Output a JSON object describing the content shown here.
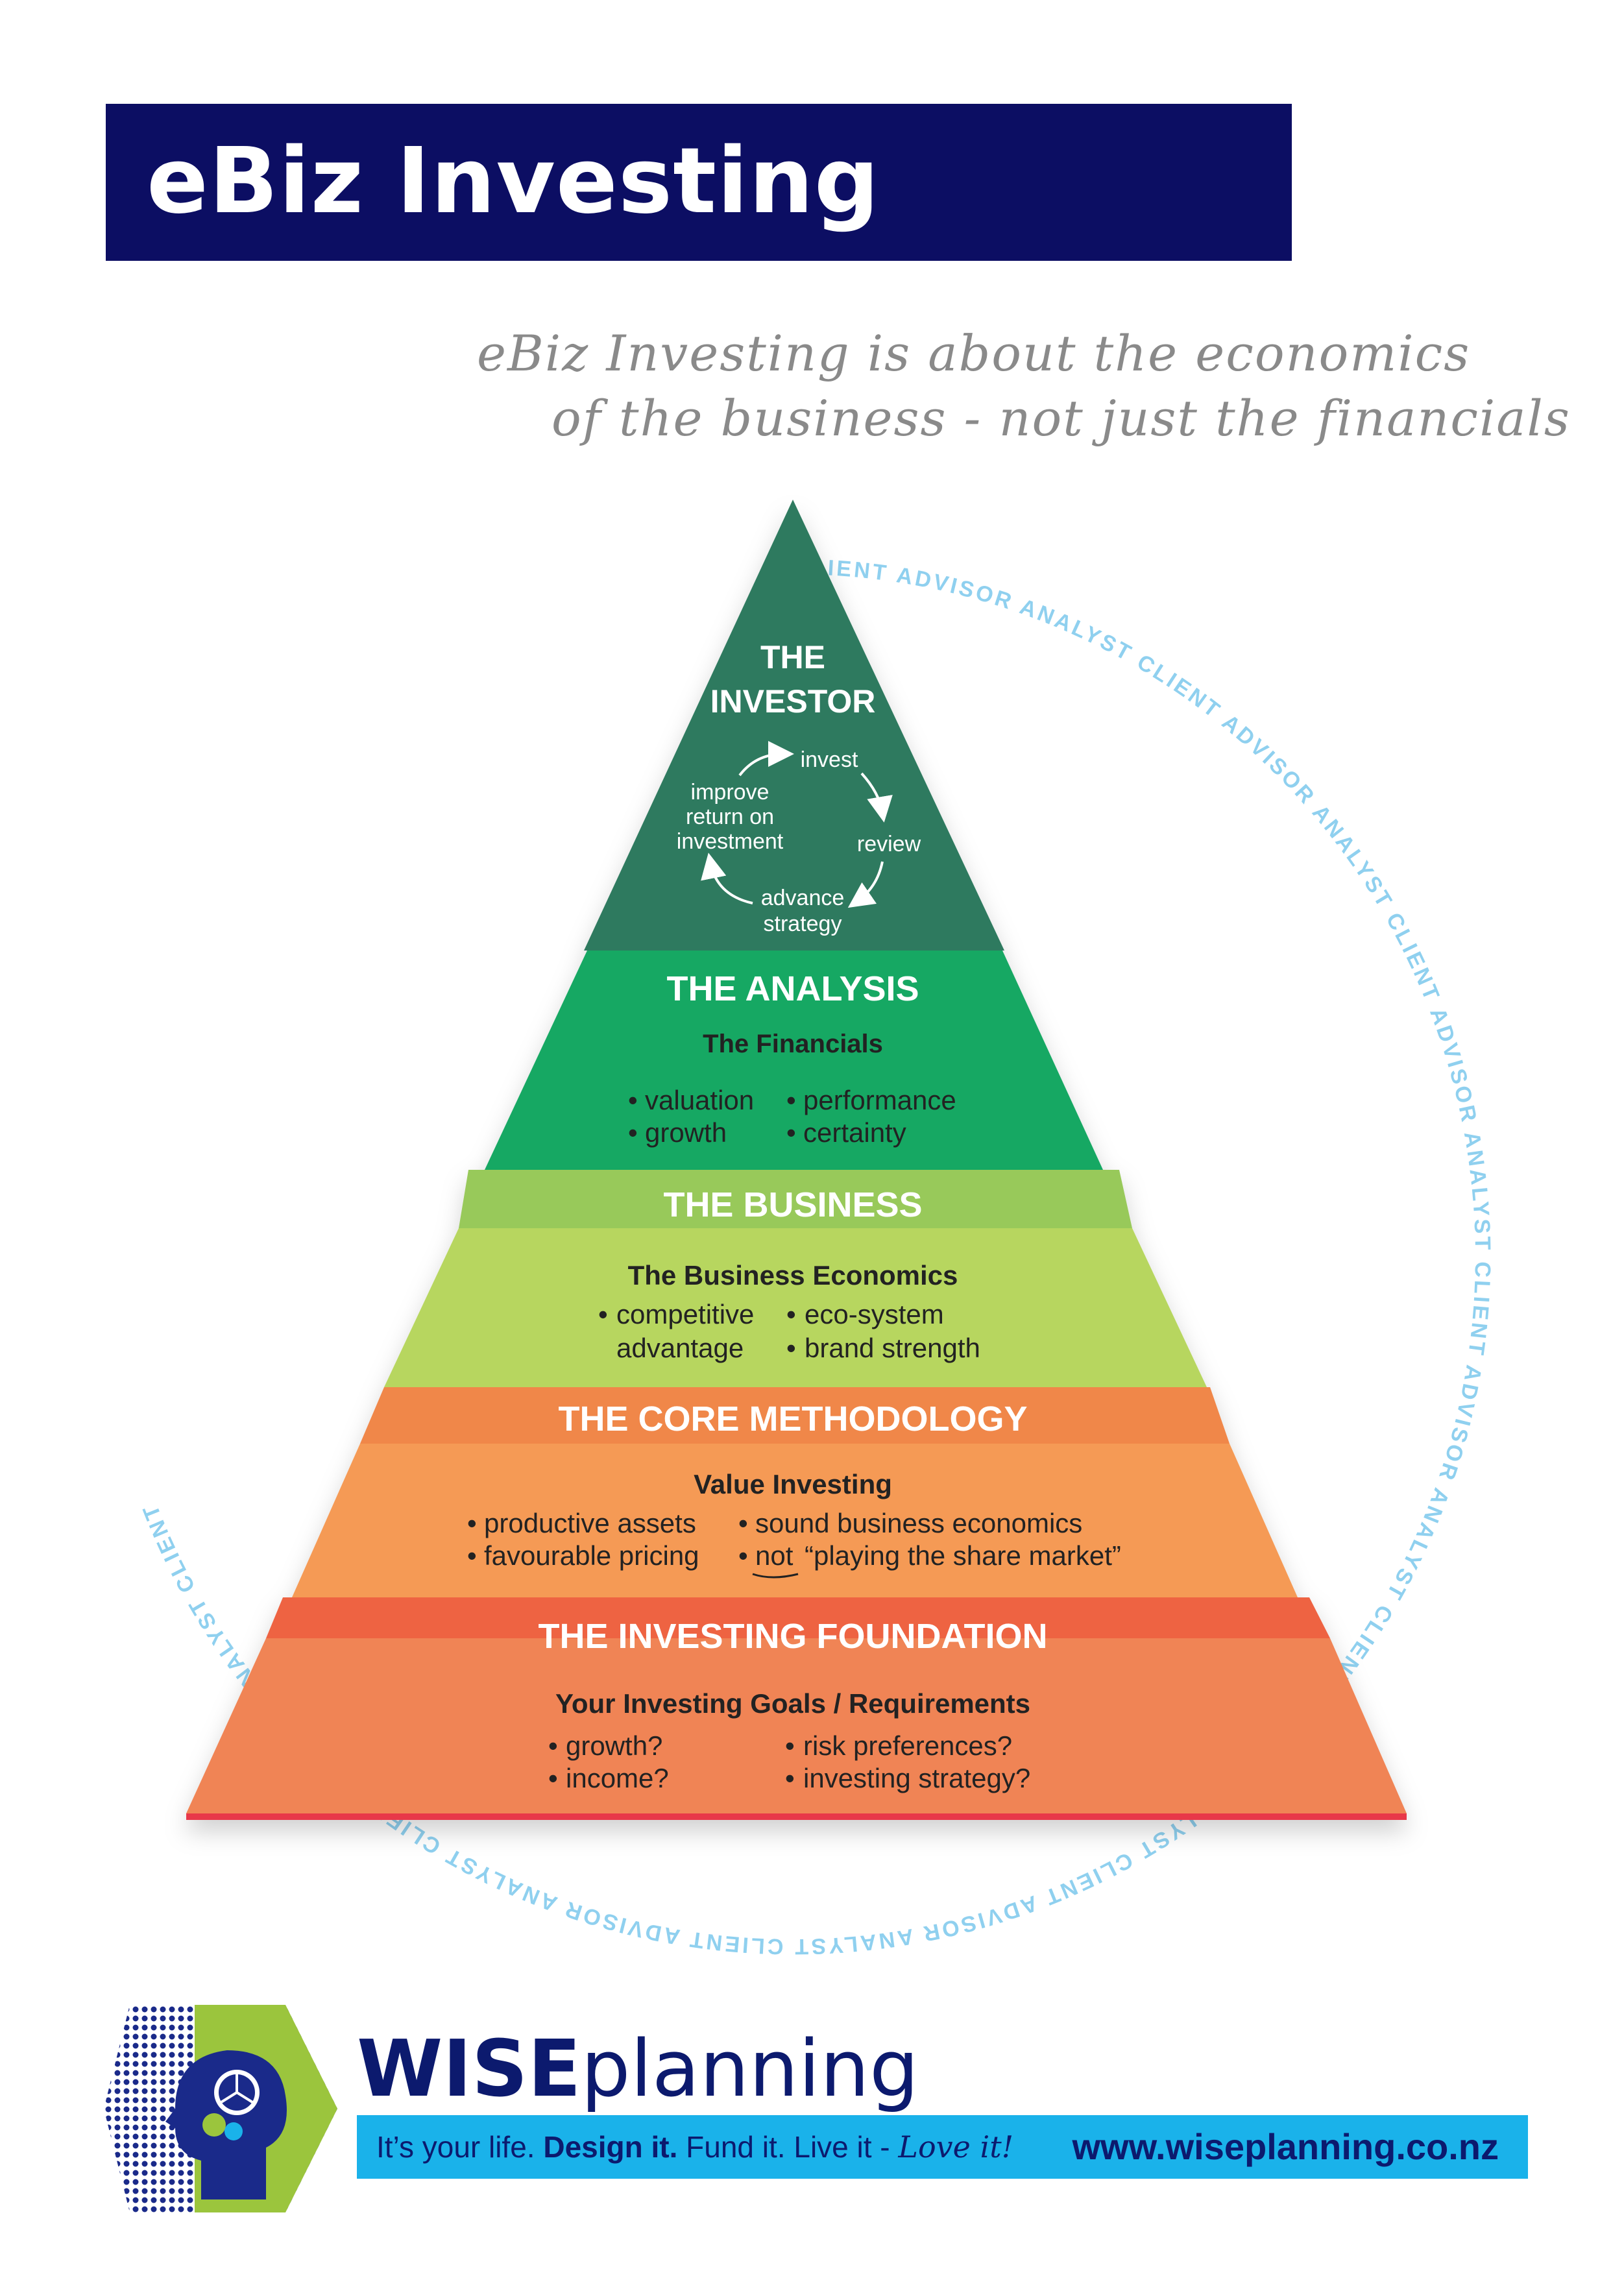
{
  "header": {
    "title": "eBiz Investing"
  },
  "tagline": {
    "line1": "eBiz Investing is about the economics",
    "line2": "of the business - not just the financials"
  },
  "ring_text": "CLIENT ADVISOR ANALYST CLIENT ADVISOR ANALYST CLIENT ADVISOR ANALYST CLIENT ADVISOR ANALYST CLIENT ADVISOR ANALYST CLIENT ADVISOR ANALYST CLIENT ADVISOR ANALYST CLIENT ADVISOR ANALYST CLIENT",
  "pyramid": {
    "investor": {
      "title1": "THE",
      "title2": "INVESTOR",
      "cycle": {
        "invest": "invest",
        "review": "review",
        "advance1": "advance",
        "advance2": "strategy",
        "improve1": "improve",
        "improve2": "return on",
        "improve3": "investment"
      }
    },
    "analysis": {
      "title": "THE ANALYSIS",
      "subtitle": "The Financials",
      "items": [
        "valuation",
        "growth",
        "performance",
        "certainty"
      ]
    },
    "business": {
      "title": "THE BUSINESS",
      "subtitle": "The Business Economics",
      "items": [
        "competitive",
        "advantage",
        "eco-system",
        "brand strength"
      ]
    },
    "methodology": {
      "title": "THE CORE METHODOLOGY",
      "subtitle": "Value Investing",
      "items": [
        "productive assets",
        "favourable pricing",
        "sound business economics",
        "not",
        "“playing the share market”"
      ]
    },
    "foundation": {
      "title": "THE INVESTING FOUNDATION",
      "subtitle": "Your Investing Goals / Requirements",
      "items": [
        "growth?",
        "income?",
        "risk preferences?",
        "investing strategy?"
      ]
    }
  },
  "footer": {
    "brand_bold": "WISE",
    "brand_light": "planning",
    "slogan1": "It’s your life. ",
    "slogan2": "Design it.",
    "slogan3": " Fund it. Live it - ",
    "slogan4": "Love it!",
    "url": "www.wiseplanning.co.nz"
  },
  "colors": {
    "navy": "#0c0e63",
    "investor": "#2f7a5f",
    "analysis": "#17a864",
    "business_band": "#98c95a",
    "business": "#b7d65f",
    "methodology_band": "#f0874a",
    "methodology": "#f59a55",
    "foundation_band": "#ee6442",
    "foundation": "#f08454",
    "ring": "#8fd0ef",
    "slogan_bar": "#1ab2ea"
  }
}
